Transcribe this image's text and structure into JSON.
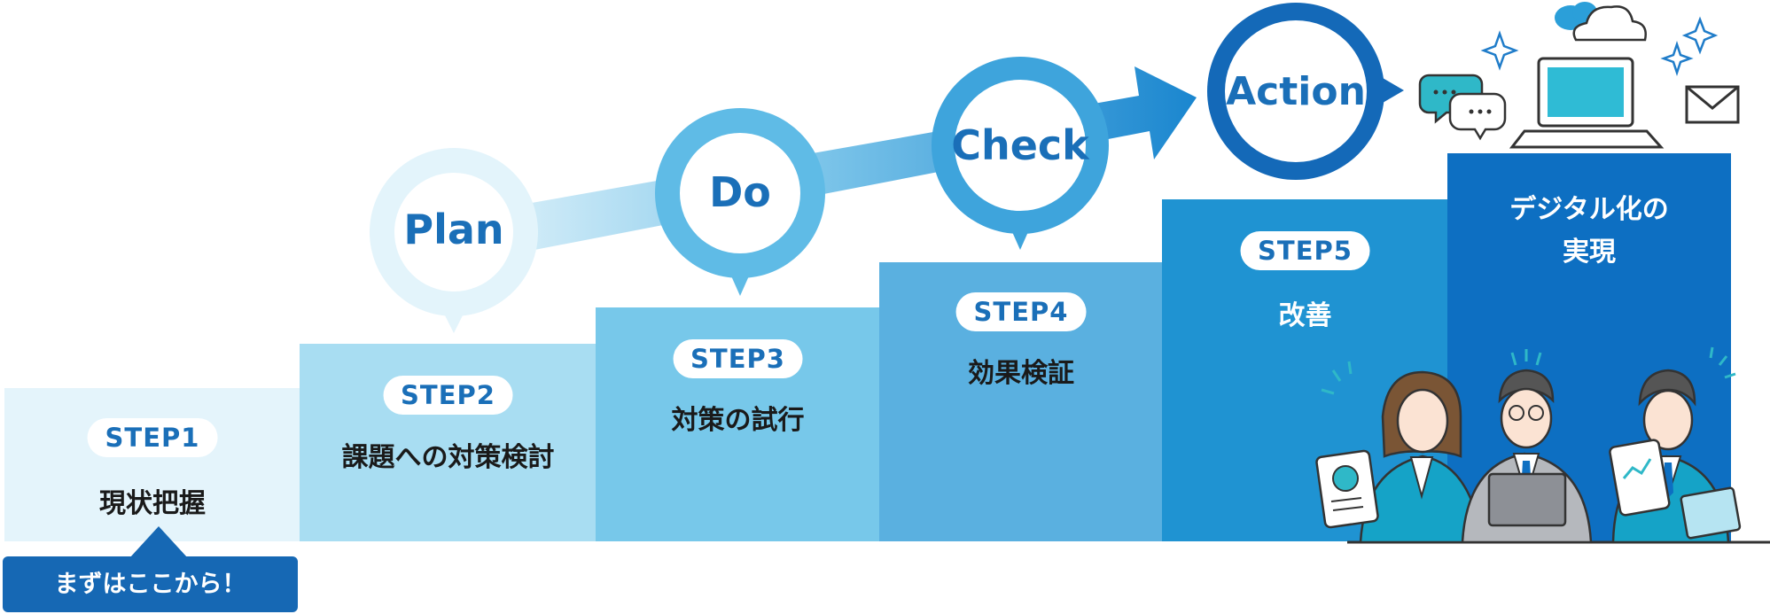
{
  "steps": [
    {
      "tag": "STEP1",
      "label": "現状把握"
    },
    {
      "tag": "STEP2",
      "label": "課題への対策検討"
    },
    {
      "tag": "STEP3",
      "label": "対策の試行"
    },
    {
      "tag": "STEP4",
      "label": "効果検証"
    },
    {
      "tag": "STEP5",
      "label": "改善"
    }
  ],
  "goal": {
    "line1": "デジタル化の",
    "line2": "実現"
  },
  "callout": "まずはここから！",
  "cycle": [
    "Plan",
    "Do",
    "Check",
    "Action"
  ],
  "colors": {
    "step1": "#e4f4fb",
    "step2": "#a8ddf2",
    "step3": "#77c8ea",
    "step4": "#5ab0e0",
    "step5": "#1f93d2",
    "goal": "#0d6fc2",
    "accent": "#1668b4"
  },
  "icons": [
    "chat-bubbles-icon",
    "laptop-icon",
    "cloud-icon",
    "envelope-icon",
    "sparkle-icon"
  ]
}
